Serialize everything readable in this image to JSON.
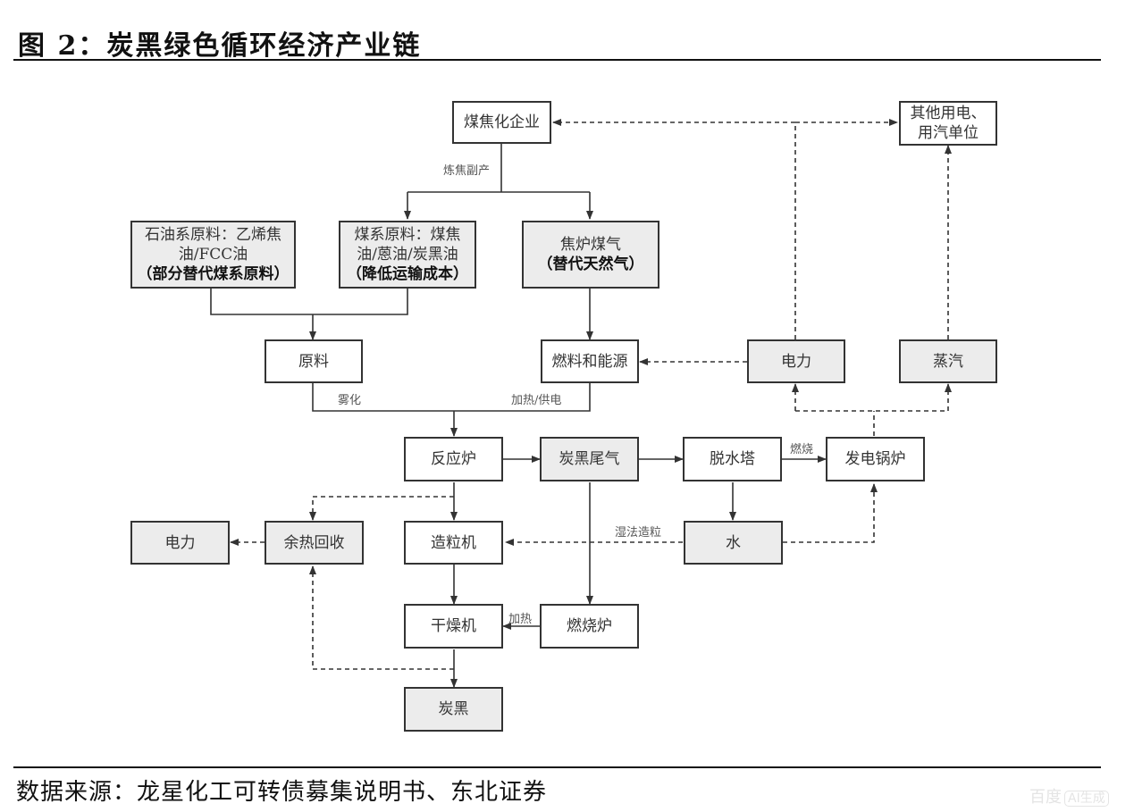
{
  "header": {
    "title": "图 2：炭黑绿色循环经济产业链"
  },
  "footer": {
    "source": "数据来源：龙星化工可转债募集说明书、东北证券"
  },
  "watermark": {
    "brand": "百度",
    "badge": "AI生成"
  },
  "nodes": {
    "coking_enterprise": {
      "text": "煤焦化企业"
    },
    "other_users": {
      "line1": "其他用电、",
      "line2": "用汽单位"
    },
    "petroleum_feedstock": {
      "line1": "石油系原料：乙烯焦",
      "line2": "油/FCC油",
      "note": "（部分替代煤系原料）"
    },
    "coal_feedstock": {
      "line1": "煤系原料：煤焦",
      "line2": "油/蒽油/炭黑油",
      "note": "（降低运输成本）"
    },
    "coke_oven_gas": {
      "line1": "焦炉煤气",
      "note": "（替代天然气）"
    },
    "raw_material": {
      "text": "原料"
    },
    "fuel_energy": {
      "text": "燃料和能源"
    },
    "power_top": {
      "text": "电力"
    },
    "steam": {
      "text": "蒸汽"
    },
    "reactor": {
      "text": "反应炉"
    },
    "tail_gas": {
      "text": "炭黑尾气"
    },
    "dehydration_tower": {
      "text": "脱水塔"
    },
    "power_boiler": {
      "text": "发电锅炉"
    },
    "power_left": {
      "text": "电力"
    },
    "waste_heat": {
      "text": "余热回收"
    },
    "granulator": {
      "text": "造粒机"
    },
    "water": {
      "text": "水"
    },
    "dryer": {
      "text": "干燥机"
    },
    "incinerator": {
      "text": "燃烧炉"
    },
    "carbon_black": {
      "text": "炭黑"
    }
  },
  "edge_labels": {
    "coking_byproduct": "炼焦副产",
    "atomization": "雾化",
    "heating_power": "加热/供电",
    "combustion": "燃烧",
    "wet_granulation": "湿法造粒",
    "heating": "加热"
  },
  "colors": {
    "line": "#333333",
    "grey_box": "#ececec",
    "text": "#333333"
  }
}
